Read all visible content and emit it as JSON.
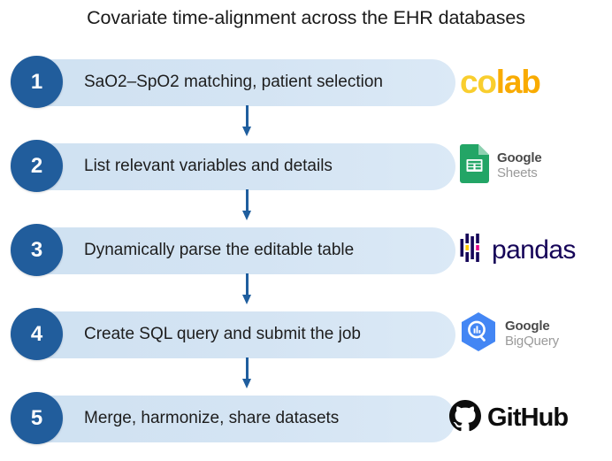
{
  "title": "Covariate time-alignment across the EHR databases",
  "colors": {
    "step_circle": "#215d9c",
    "pill_fill_left": "#cfe1f2",
    "pill_fill_right": "#dbe9f6",
    "arrow": "#1f5e9e",
    "colab_yellow": "#f9ce2e",
    "colab_orange": "#f9ab00",
    "sheets_green": "#23a566",
    "bigquery_blue": "#4386f4",
    "pandas_navy": "#150458",
    "pandas_yellow": "#ffca00",
    "pandas_pink": "#e70488",
    "github_black": "#0d0d0d",
    "google_text_dark": "#4a4a4a",
    "google_text_light": "#9a9a9a"
  },
  "steps": [
    {
      "number": "1",
      "label": "SaO2–SpO2 matching, patient selection",
      "logo": {
        "kind": "colab",
        "name": "colab-logo",
        "part1": "co",
        "part2": "lab"
      }
    },
    {
      "number": "2",
      "label": "List relevant variables and details",
      "logo": {
        "kind": "google",
        "name": "google-sheets-logo",
        "top": "Google",
        "bottom": "Sheets"
      }
    },
    {
      "number": "3",
      "label": "Dynamically parse the editable table",
      "logo": {
        "kind": "pandas",
        "name": "pandas-logo",
        "word": "pandas"
      }
    },
    {
      "number": "4",
      "label": "Create SQL query and submit the job",
      "logo": {
        "kind": "google",
        "name": "google-bigquery-logo",
        "top": "Google",
        "bottom": "BigQuery"
      }
    },
    {
      "number": "5",
      "label": "Merge, harmonize, share datasets",
      "logo": {
        "kind": "github",
        "name": "github-logo",
        "word": "GitHub"
      }
    }
  ],
  "connectors": [
    {
      "name": "connector-1-to-2"
    },
    {
      "name": "connector-2-to-3"
    },
    {
      "name": "connector-3-to-4"
    },
    {
      "name": "connector-4-to-5"
    }
  ]
}
